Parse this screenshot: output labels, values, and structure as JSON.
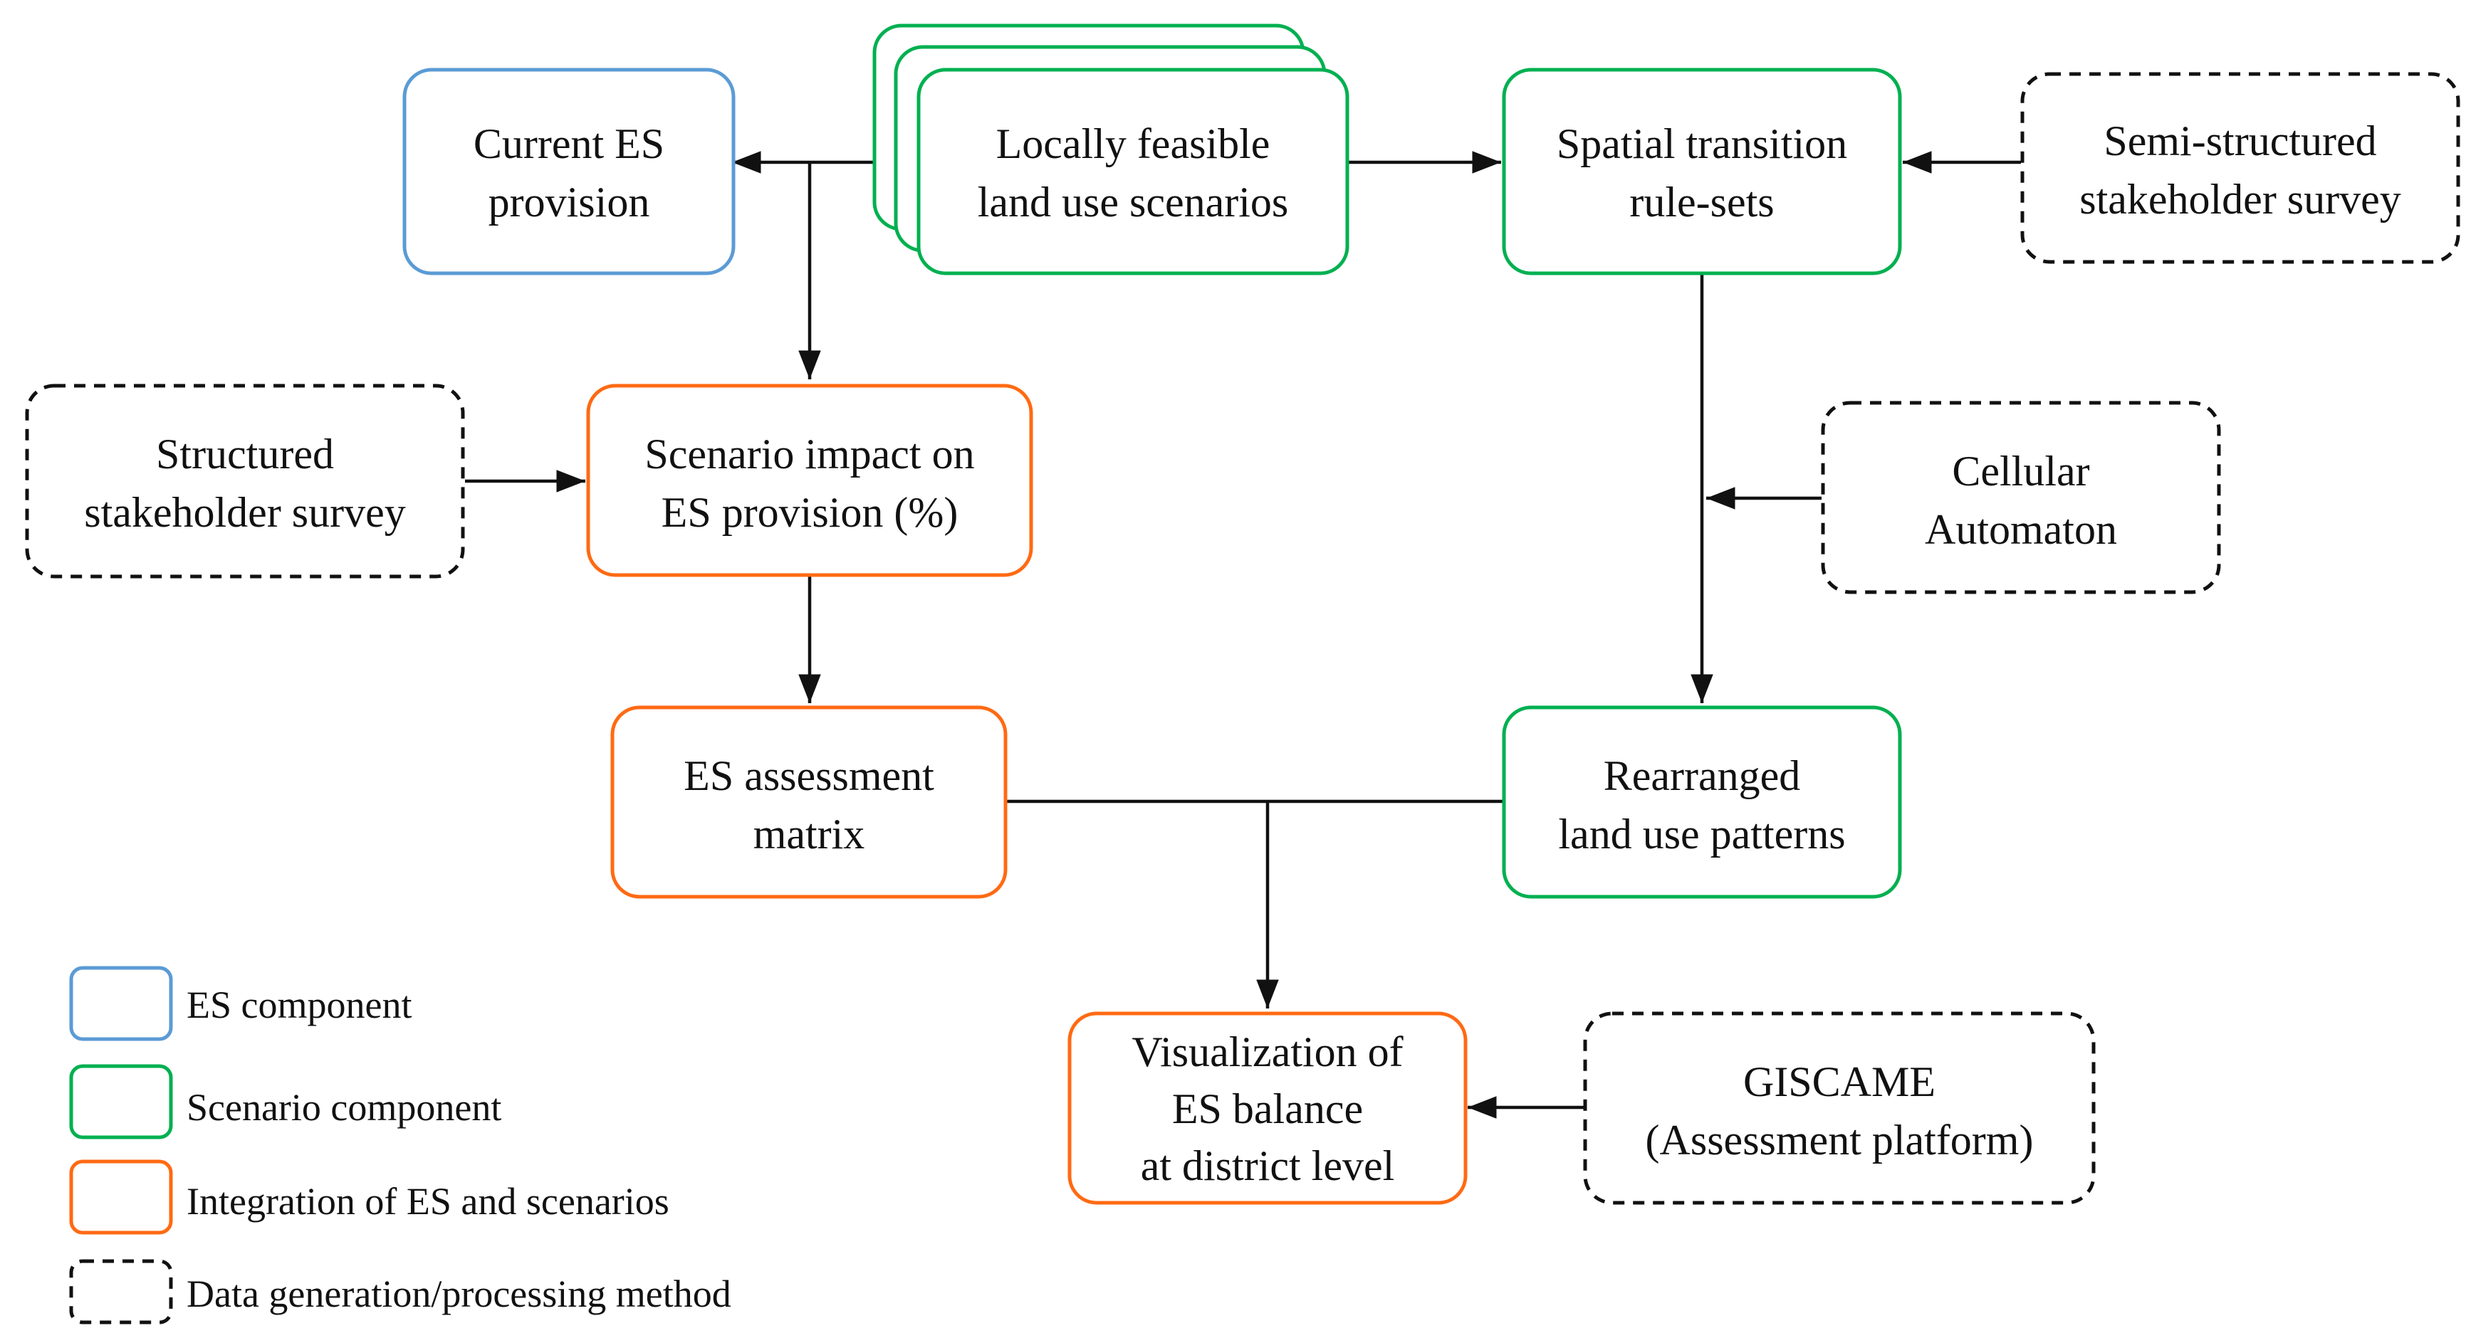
{
  "nodes": {
    "current_es": {
      "line1": "Current ES",
      "line2": "provision",
      "color": "#5b9bd5"
    },
    "scenarios": {
      "line1": "Locally feasible",
      "line2": "land use scenarios",
      "color": "#00b050"
    },
    "spatial": {
      "line1": "Spatial transition",
      "line2": "rule-sets",
      "color": "#00b050"
    },
    "semi": {
      "line1": "Semi-structured",
      "line2": "stakeholder survey"
    },
    "structured": {
      "line1": "Structured",
      "line2": "stakeholder survey"
    },
    "impact": {
      "line1": "Scenario impact on",
      "line2": "ES provision (%)",
      "color": "#ff6a13"
    },
    "cellular": {
      "line1": "Cellular",
      "line2": "Automaton"
    },
    "matrix": {
      "line1": "ES assessment",
      "line2": "matrix",
      "color": "#ff6a13"
    },
    "rearranged": {
      "line1": "Rearranged",
      "line2": "land use patterns",
      "color": "#00b050"
    },
    "visual": {
      "line1": "Visualization of",
      "line2": "ES balance",
      "line3": "at district level",
      "color": "#ff6a13"
    },
    "giscame": {
      "line1": "GISCAME",
      "line2": "(Assessment platform)"
    }
  },
  "legend": {
    "es_component": "ES component",
    "scenario_component": "Scenario component",
    "integration": "Integration of ES and scenarios",
    "data_method": "Data generation/processing method"
  }
}
